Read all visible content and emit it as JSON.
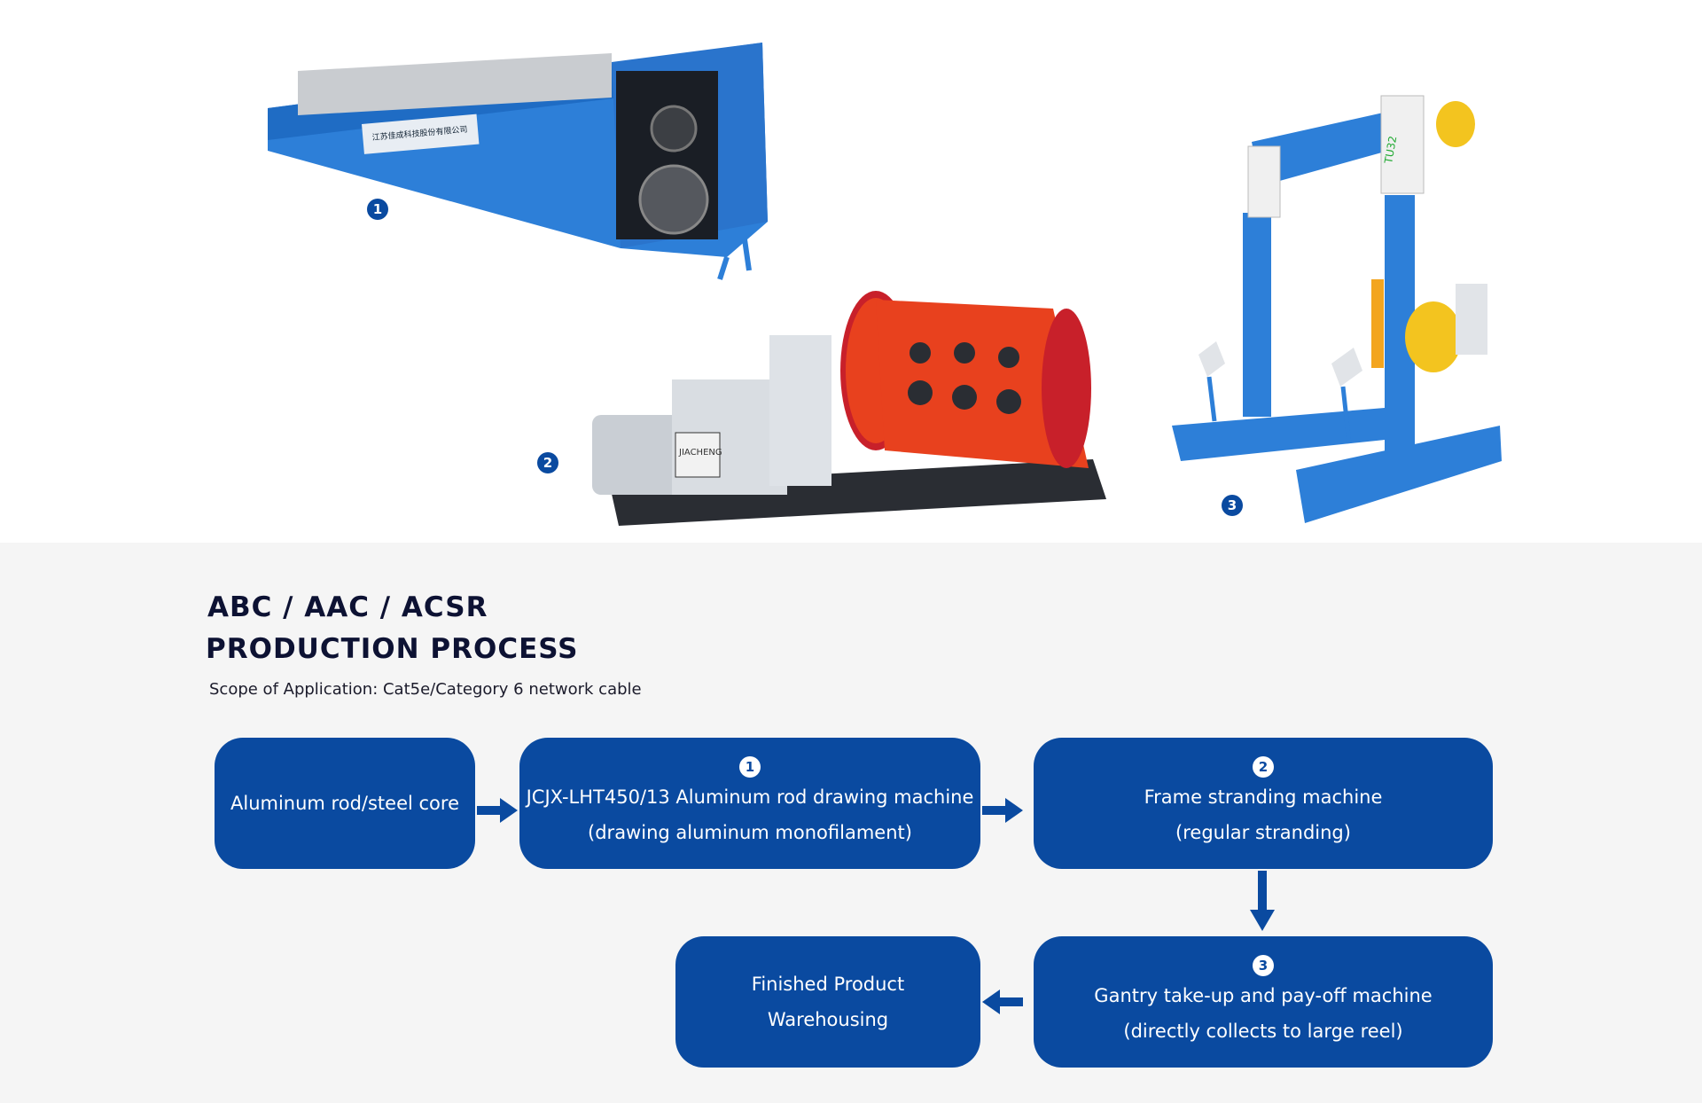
{
  "machines": [
    {
      "badge": "1"
    },
    {
      "badge": "2",
      "brand_text": "JIACHENG"
    },
    {
      "badge": "3",
      "model_text": "TU32"
    }
  ],
  "section": {
    "title_line1": "ABC / AAC / ACSR",
    "title_line2": "PRODUCTION PROCESS",
    "subtitle": "Scope of Application: Cat5e/Category 6 network cable"
  },
  "flow": {
    "step_raw": {
      "label": "Aluminum rod/steel core"
    },
    "step_1": {
      "num": "1",
      "line1": "JCJX-LHT450/13 Aluminum rod drawing machine",
      "line2": "(drawing aluminum monofilament)"
    },
    "step_2": {
      "num": "2",
      "line1": "Frame stranding machine",
      "line2": "(regular stranding)"
    },
    "step_3": {
      "num": "3",
      "line1": "Gantry take-up and pay-off machine",
      "line2": "(directly collects to large reel)"
    },
    "step_final": {
      "line1": "Finished Product",
      "line2": "Warehousing"
    }
  },
  "colors": {
    "primary": "#0a4aa0",
    "machine_blue": "#2d7fd8",
    "machine_red": "#e8411e",
    "background_gray": "#f5f5f5",
    "title": "#0d1233"
  },
  "icons": [
    "arrow-right-icon",
    "arrow-down-icon",
    "arrow-left-icon"
  ]
}
